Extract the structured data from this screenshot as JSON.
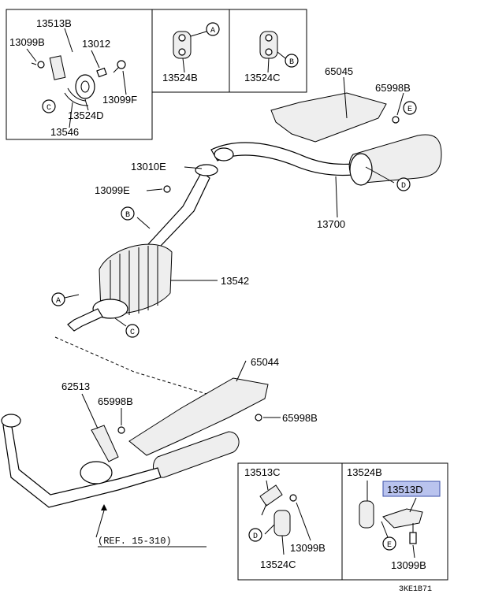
{
  "parts": {
    "p13513B": "13513B",
    "p13099B_tl": "13099B",
    "p13012": "13012",
    "p13099F": "13099F",
    "p13524D": "13524D",
    "p13546": "13546",
    "p13524B_top": "13524B",
    "p13524C_top": "13524C",
    "p65045": "65045",
    "p65998B_top": "65998B",
    "p13010E": "13010E",
    "p13099E": "13099E",
    "p13700": "13700",
    "p13542": "13542",
    "p65044": "65044",
    "p62513": "62513",
    "p65998B_mid": "65998B",
    "p65998B_right": "65998B",
    "p13513C": "13513C",
    "p13099B_br1": "13099B",
    "p13524C_br": "13524C",
    "p13524B_br": "13524B",
    "p13513D": "13513D",
    "p13099B_br2": "13099B"
  },
  "callouts": {
    "A": "A",
    "B": "B",
    "C": "C",
    "D": "D",
    "E": "E"
  },
  "reference": "(REF. 15-310)",
  "diagram_code": "3KE1B71",
  "highlighted_part": "13513D",
  "highlight_color": "#b9c3ee"
}
